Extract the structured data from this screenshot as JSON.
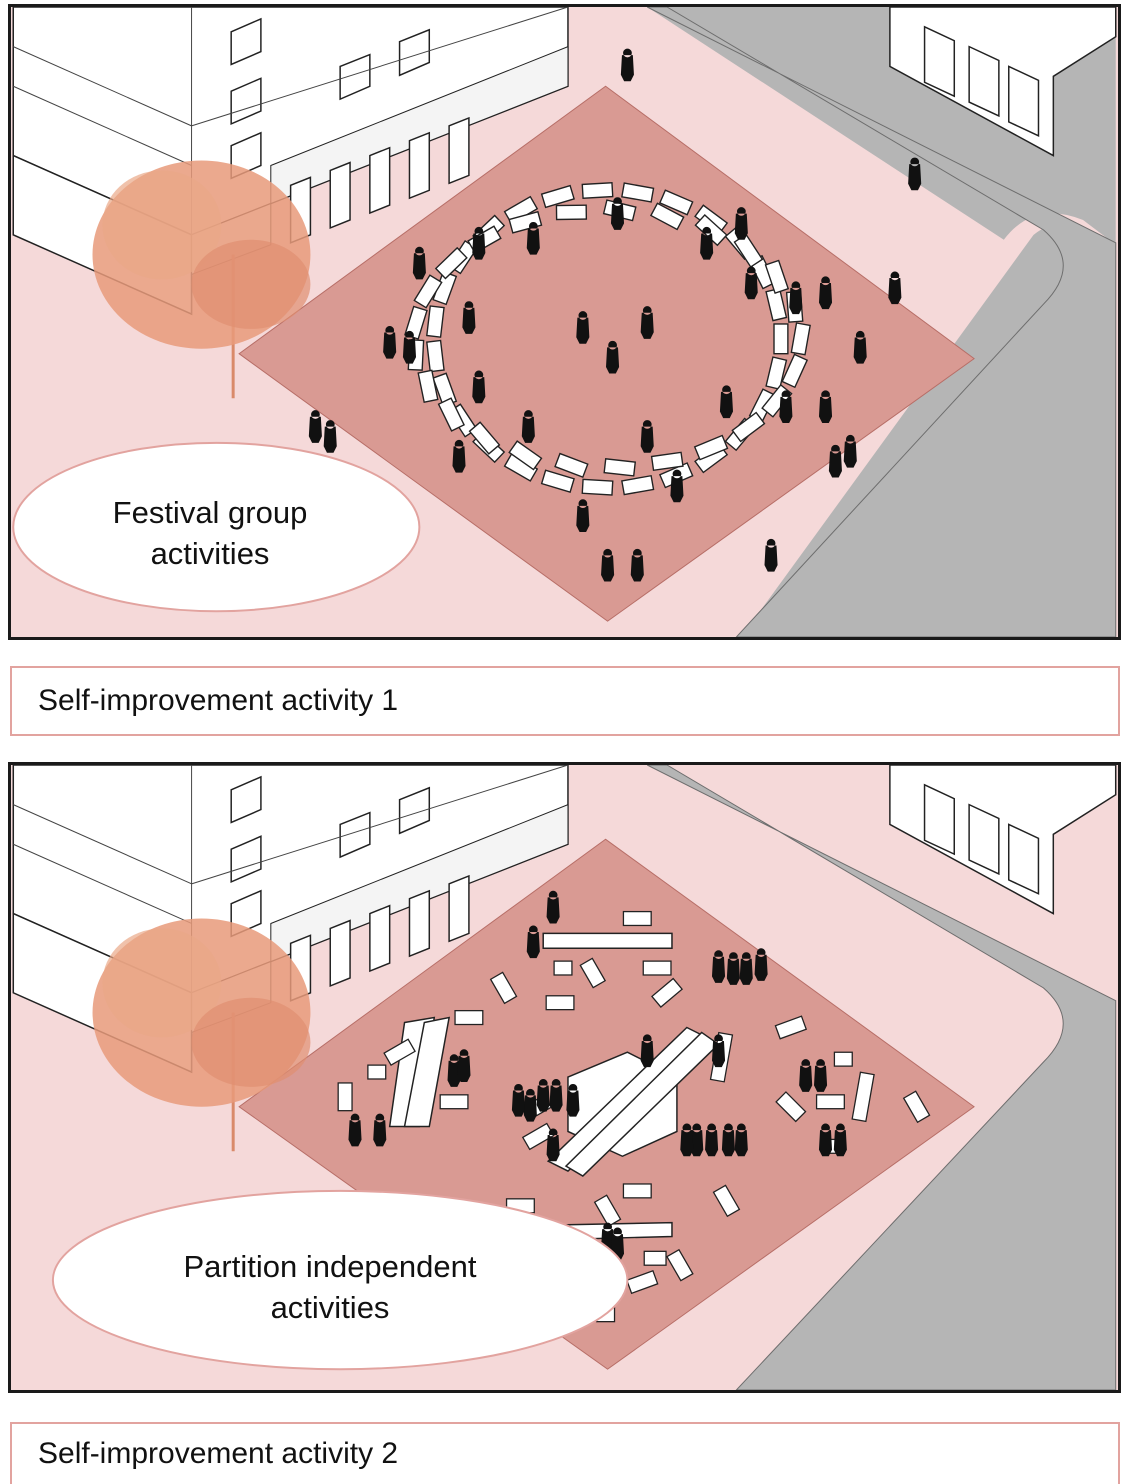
{
  "panels": [
    {
      "label_lines": [
        "Festival group",
        "activities"
      ],
      "caption": "Self-improvement activity 1"
    },
    {
      "label_lines": [
        "Partition independent",
        "activities"
      ],
      "caption": "Self-improvement activity 2"
    }
  ],
  "colors": {
    "sidewalk": "#f5d9d9",
    "plaza": "#d99a93",
    "road": "#b5b5b5",
    "building": "#ffffff",
    "tree": "#e79a7a",
    "people": "#111111",
    "caption_border": "#e2a39f"
  }
}
